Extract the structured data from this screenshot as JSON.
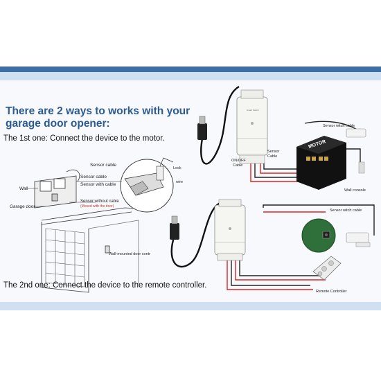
{
  "headline": "There are 2 ways to works with your garage door opener:",
  "method1": "The 1st one: Connect the device to the motor.",
  "method2": "The 2nd one: Connect the device to the remote controller.",
  "left_illustration": {
    "sensor_cable": "Sensor cable",
    "wall": "Wall",
    "sensor_with_cable": "Sensor with cable",
    "garage_door": "Garage door",
    "sensor_without_cable": "Sensor without cable",
    "moved_with_door": "(Moved with the door)",
    "wall_mounted": "Wall-mounted door contr",
    "lock": "Lock",
    "wire": "wire"
  },
  "top_diagram": {
    "on_off_cable": "ON/OFF\nCable",
    "sensor_cable": "Sensor\nCable",
    "sensor_switch_cable": "Sensor witch cable",
    "motor": "MOTOR",
    "wall_console": "Wall console"
  },
  "bottom_diagram": {
    "sensor_switch_cable": "Sensor witch cable",
    "remote_controller": "Remote Controller"
  }
}
